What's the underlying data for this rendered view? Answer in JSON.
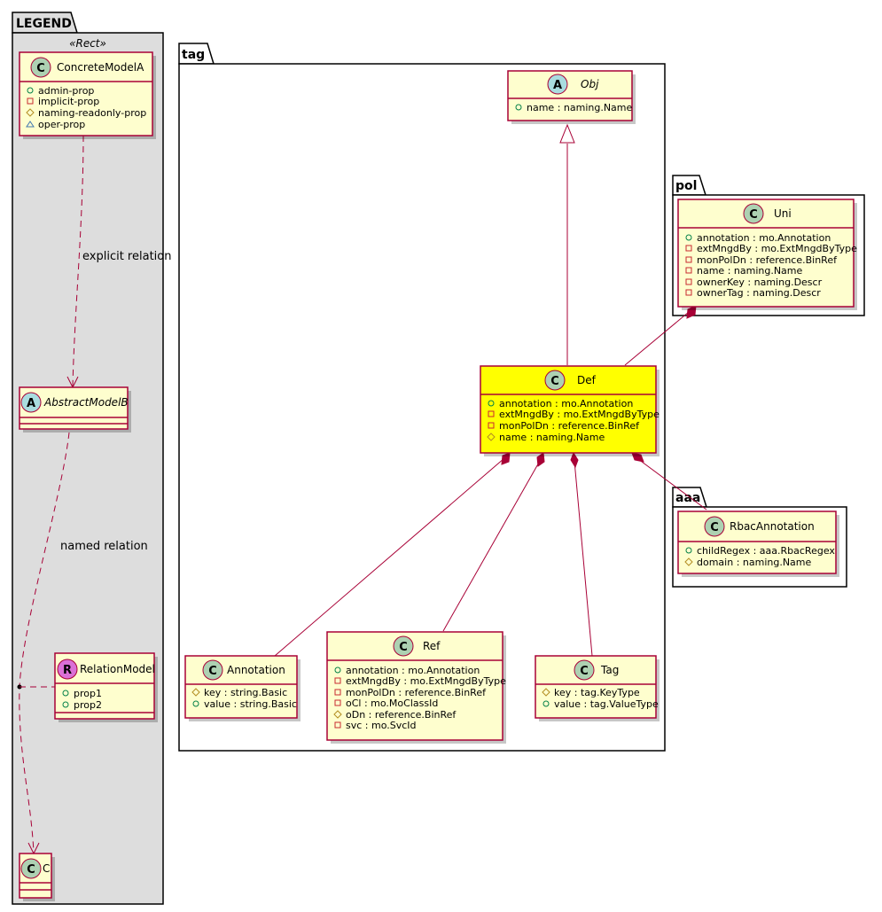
{
  "packages": {
    "legend": {
      "title": "LEGEND",
      "stereotype": "«Rect»"
    },
    "tag": {
      "title": "tag"
    },
    "pol": {
      "title": "pol"
    },
    "aaa": {
      "title": "aaa"
    }
  },
  "legend_classes": {
    "concrete": {
      "kind": "C",
      "name": "ConcreteModelA",
      "attrs": [
        {
          "vis": "public",
          "text": "admin-prop"
        },
        {
          "vis": "private",
          "text": "implicit-prop"
        },
        {
          "vis": "protected",
          "text": "naming-readonly-prop"
        },
        {
          "vis": "package",
          "text": "oper-prop"
        }
      ]
    },
    "abstract": {
      "kind": "A",
      "name": "AbstractModelB"
    },
    "relation_model": {
      "kind": "R",
      "name": "RelationModel",
      "attrs": [
        {
          "vis": "public",
          "text": "prop1"
        },
        {
          "vis": "public",
          "text": "prop2"
        }
      ]
    },
    "c": {
      "kind": "C",
      "name": "C"
    }
  },
  "legend_relations": {
    "explicit": "explicit relation",
    "named": "named relation"
  },
  "classes": {
    "obj": {
      "kind": "A",
      "name": "Obj",
      "attrs": [
        {
          "vis": "public",
          "text": "name : naming.Name"
        }
      ]
    },
    "def": {
      "kind": "C",
      "name": "Def",
      "highlight": "#FFFF00",
      "attrs": [
        {
          "vis": "public",
          "text": "annotation : mo.Annotation"
        },
        {
          "vis": "private",
          "text": "extMngdBy : mo.ExtMngdByType"
        },
        {
          "vis": "private",
          "text": "monPolDn : reference.BinRef"
        },
        {
          "vis": "protected",
          "text": "name : naming.Name"
        }
      ]
    },
    "uni": {
      "kind": "C",
      "name": "Uni",
      "attrs": [
        {
          "vis": "public",
          "text": "annotation : mo.Annotation"
        },
        {
          "vis": "private",
          "text": "extMngdBy : mo.ExtMngdByType"
        },
        {
          "vis": "private",
          "text": "monPolDn : reference.BinRef"
        },
        {
          "vis": "private",
          "text": "name : naming.Name"
        },
        {
          "vis": "private",
          "text": "ownerKey : naming.Descr"
        },
        {
          "vis": "private",
          "text": "ownerTag : naming.Descr"
        }
      ]
    },
    "rbac": {
      "kind": "C",
      "name": "RbacAnnotation",
      "attrs": [
        {
          "vis": "public",
          "text": "childRegex : aaa.RbacRegex"
        },
        {
          "vis": "protected",
          "text": "domain : naming.Name"
        }
      ]
    },
    "annotation": {
      "kind": "C",
      "name": "Annotation",
      "attrs": [
        {
          "vis": "protected",
          "text": "key : string.Basic"
        },
        {
          "vis": "public",
          "text": "value : string.Basic"
        }
      ]
    },
    "ref": {
      "kind": "C",
      "name": "Ref",
      "attrs": [
        {
          "vis": "public",
          "text": "annotation : mo.Annotation"
        },
        {
          "vis": "private",
          "text": "extMngdBy : mo.ExtMngdByType"
        },
        {
          "vis": "private",
          "text": "monPolDn : reference.BinRef"
        },
        {
          "vis": "private",
          "text": "oCl : mo.MoClassId"
        },
        {
          "vis": "protected",
          "text": "oDn : reference.BinRef"
        },
        {
          "vis": "private",
          "text": "svc : mo.SvcId"
        }
      ]
    },
    "tag": {
      "kind": "C",
      "name": "Tag",
      "attrs": [
        {
          "vis": "protected",
          "text": "key : tag.KeyType"
        },
        {
          "vis": "public",
          "text": "value : tag.ValueType"
        }
      ]
    }
  },
  "colors": {
    "class_fill": "#FEFECE",
    "class_border": "#A80036",
    "highlight_fill": "#FFFF00",
    "legend_fill": "#DDDDDD",
    "circle_class": "#ADD1B2",
    "circle_abstract": "#A9DCDF",
    "circle_relation": "#DA70D6"
  }
}
